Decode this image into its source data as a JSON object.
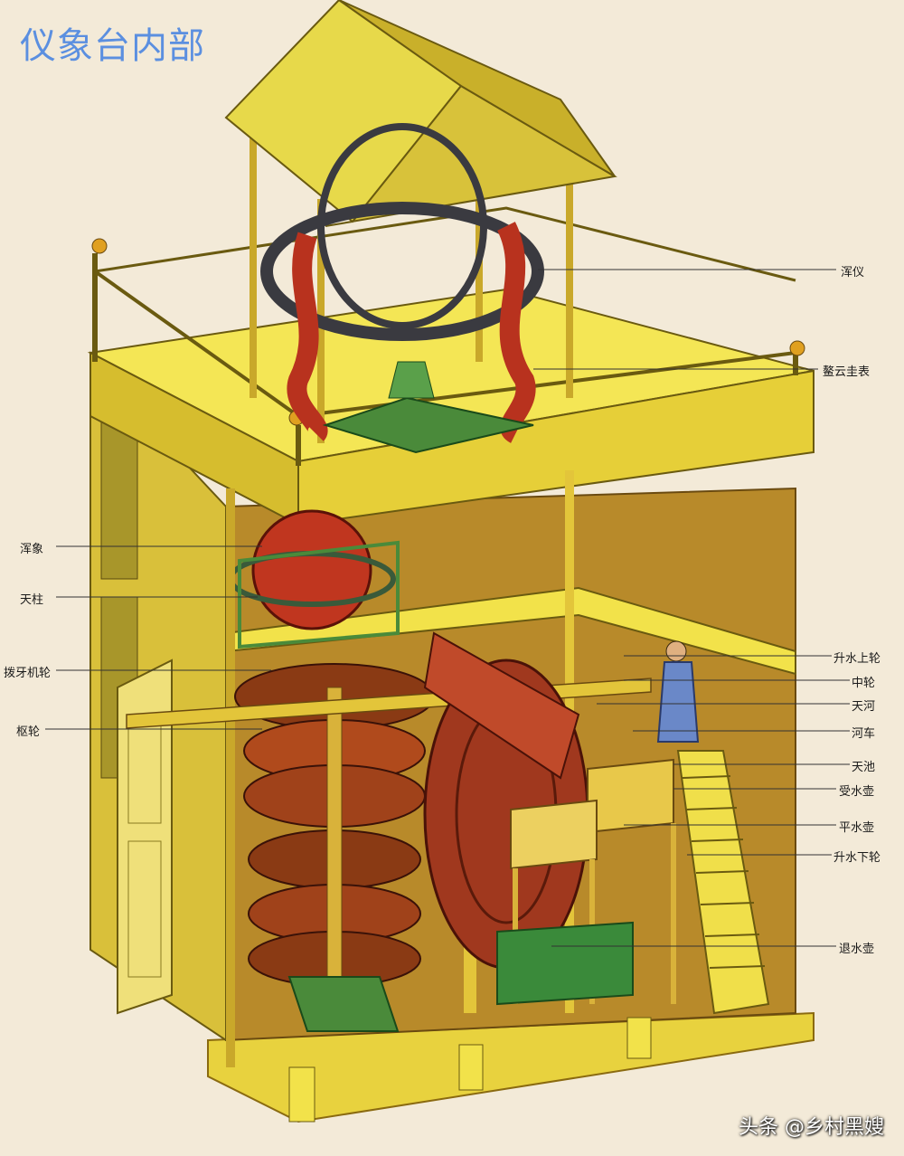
{
  "title": "仪象台内部",
  "watermark": "头条 @乡村黑嫂",
  "labels_left": {
    "hunxiang": "浑象",
    "tianzhu": "天柱",
    "bayaji": "拨牙机轮",
    "shulun": "枢轮"
  },
  "labels_right": {
    "hunyi": "浑仪",
    "aoyun": "鳌云圭表",
    "shengshang": "升水上轮",
    "zhonglun": "中轮",
    "tianhe": "天河",
    "heche": "河车",
    "tianchi": "天池",
    "shoushui": "受水壶",
    "pingshui": "平水壶",
    "shengxia": "升水下轮",
    "tuishui": "退水壶"
  },
  "colors": {
    "yellow": "#f2e24a",
    "yellow_dark": "#c9b02a",
    "red": "#b8321e",
    "red_dark": "#6e1a10",
    "brown": "#8a3a14",
    "wood": "#d9b23a"
  }
}
